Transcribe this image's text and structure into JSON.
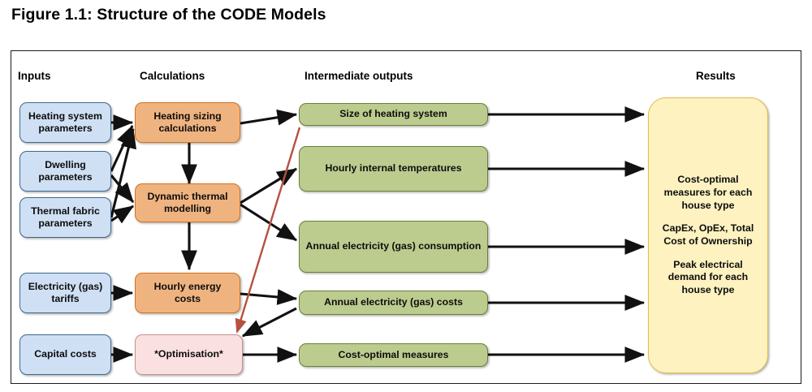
{
  "figure": {
    "title": "Figure 1.1: Structure of the CODE Models"
  },
  "colors": {
    "input_fill": "#cfe0f4",
    "input_border": "#41688f",
    "calc_fill": "#efb380",
    "calc_border": "#d2731b",
    "optimisation_fill": "#fae0e0",
    "optimisation_border": "#c98f8f",
    "output_fill": "#bccb8e",
    "output_border": "#6b8038",
    "results_fill": "#fdf2c0",
    "results_border": "#e8b84b",
    "edge_black": "#111111",
    "edge_red": "#b5513f",
    "frame_border": "#1b1b1b"
  },
  "columns": {
    "inputs": "Inputs",
    "calculations": "Calculations",
    "intermediate_outputs": "Intermediate outputs",
    "results": "Results"
  },
  "inputs": [
    {
      "label": "Heating system\nparameters"
    },
    {
      "label": "Dwelling\nparameters"
    },
    {
      "label": "Thermal fabric\nparameters"
    },
    {
      "label": "Electricity (gas)\ntariffs"
    },
    {
      "label": "Capital costs"
    }
  ],
  "calculations": [
    {
      "label": "Heating sizing\ncalculations"
    },
    {
      "label": "Dynamic thermal\nmodelling"
    },
    {
      "label": "Hourly energy\ncosts"
    },
    {
      "label": "*Optimisation*"
    }
  ],
  "outputs": [
    {
      "label": "Size of heating system"
    },
    {
      "label": "Hourly internal temperatures"
    },
    {
      "label": "Annual  electricity (gas) consumption"
    },
    {
      "label": "Annual  electricity (gas) costs"
    },
    {
      "label": "Cost-optimal measures"
    }
  ],
  "results": {
    "lines": [
      "Cost-optimal\nmeasures for each\nhouse type",
      "CapEx, OpEx, Total\nCost of Ownership",
      "Peak electrical\ndemand for each\nhouse type"
    ]
  }
}
